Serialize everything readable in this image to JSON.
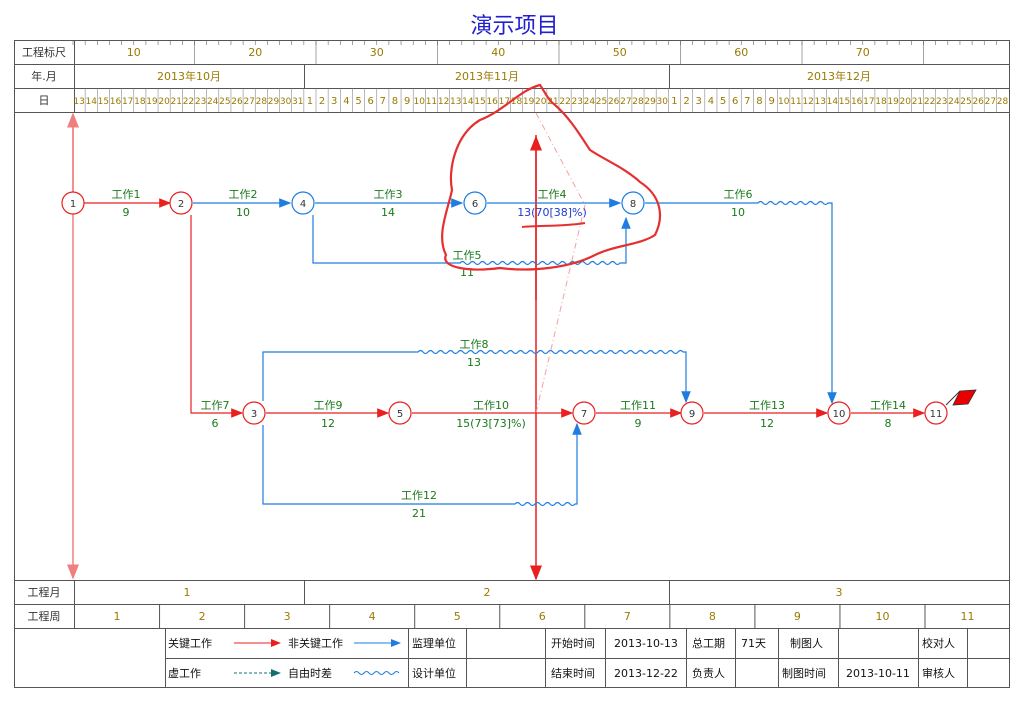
{
  "title": "演示项目",
  "header": {
    "scale_label": "工程标尺",
    "scale_ticks": [
      "10",
      "20",
      "30",
      "40",
      "50",
      "60",
      "70"
    ],
    "yearmonth_label": "年.月",
    "months": [
      "2013年10月",
      "2013年11月",
      "2013年12月"
    ],
    "day_label": "日",
    "oct_days": [
      "13",
      "14",
      "15",
      "16",
      "17",
      "18",
      "19",
      "20",
      "21",
      "22",
      "23",
      "24",
      "25",
      "26",
      "27",
      "28",
      "29",
      "30",
      "31"
    ],
    "nov_days": [
      "1",
      "2",
      "3",
      "4",
      "5",
      "6",
      "7",
      "8",
      "9",
      "10",
      "11",
      "12",
      "13",
      "14",
      "15",
      "16",
      "17",
      "18",
      "19",
      "20",
      "21",
      "22",
      "23",
      "24",
      "25",
      "26",
      "27",
      "28",
      "29",
      "30"
    ],
    "dec_days": [
      "1",
      "2",
      "3",
      "4",
      "5",
      "6",
      "7",
      "8",
      "9",
      "10",
      "11",
      "12",
      "13",
      "14",
      "15",
      "16",
      "17",
      "18",
      "19",
      "20",
      "21",
      "22",
      "23",
      "24",
      "25",
      "26",
      "27",
      "28"
    ]
  },
  "network": {
    "nodes": [
      "1",
      "2",
      "3",
      "4",
      "5",
      "6",
      "7",
      "8",
      "9",
      "10",
      "11"
    ],
    "activities": [
      {
        "name": "工作1",
        "dur": "9"
      },
      {
        "name": "工作2",
        "dur": "10"
      },
      {
        "name": "工作3",
        "dur": "14"
      },
      {
        "name": "工作4",
        "dur": "13(70[38]%)"
      },
      {
        "name": "工作5",
        "dur": "11"
      },
      {
        "name": "工作6",
        "dur": "10"
      },
      {
        "name": "工作7",
        "dur": "6"
      },
      {
        "name": "工作8",
        "dur": "13"
      },
      {
        "name": "工作9",
        "dur": "12"
      },
      {
        "name": "工作10",
        "dur": "15(73[73]%)"
      },
      {
        "name": "工作11",
        "dur": "9"
      },
      {
        "name": "工作12",
        "dur": "21"
      },
      {
        "name": "工作13",
        "dur": "12"
      },
      {
        "name": "工作14",
        "dur": "8"
      }
    ]
  },
  "footer": {
    "month_label": "工程月",
    "months": [
      "1",
      "2",
      "3"
    ],
    "week_label": "工程周",
    "weeks": [
      "1",
      "2",
      "3",
      "4",
      "5",
      "6",
      "7",
      "8",
      "9",
      "10",
      "11"
    ]
  },
  "legend": {
    "critical": "关键工作",
    "noncritical": "非关键工作",
    "supervisor": "监理单位",
    "dummy": "虚工作",
    "float": "自由时差",
    "designer": "设计单位"
  },
  "info": {
    "start_label": "开始时间",
    "start_value": "2013-10-13",
    "end_label": "结束时间",
    "end_value": "2013-12-22",
    "duration_label": "总工期",
    "duration_value": "71天",
    "owner_label": "负责人",
    "drafter_label": "制图人",
    "drafted_label": "制图时间",
    "drafted_value": "2013-10-11",
    "checker_label": "校对人",
    "reviewer_label": "审核人"
  },
  "colors": {
    "critical": "#e82020",
    "noncritical": "#1e7de0",
    "text": "#1b7a1b",
    "axis": "#9a7a00",
    "annot": "#e53030"
  }
}
